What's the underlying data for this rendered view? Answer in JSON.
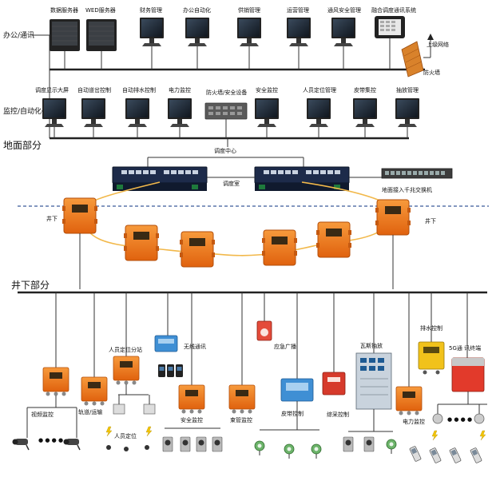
{
  "sections": {
    "ground": "地面部分",
    "underground": "井下部分"
  },
  "rows": {
    "office": "办公/通讯",
    "monitor": "监控/自动化",
    "dispatch_center": "调度中心",
    "dispatch_room": "调度室",
    "mine_left": "井下",
    "mine_right": "井下"
  },
  "office_nodes": [
    "数据服务器",
    "WED服务器",
    "财务管理",
    "办公自动化",
    "供销管理",
    "运营管理",
    "通风安全管理",
    "融合调度通讯系统"
  ],
  "firewall": "防火墙",
  "upper_network": "上级网络",
  "monitor_nodes": [
    "调度显示大屏",
    "自动道岔控制",
    "自动排水控制",
    "电力监控",
    "防火墙/安全设备",
    "安全监控",
    "人员定位管理",
    "皮带集控",
    "抽放管理"
  ],
  "ground_switch": "地面接入千兆交换机",
  "devices": {
    "video": "视频监控",
    "track": "轨道/运输",
    "personnel_sub": "人员定位分站",
    "personnel": "人员定位",
    "wireless": "无线通讯",
    "safety": "安全监控",
    "tube": "束管监控",
    "broadcast": "应急广播",
    "belt": "皮带控制",
    "mining": "综采控制",
    "gas": "瓦斯抽放",
    "power": "电力监控",
    "drain": "排水控制",
    "fiveg": "5G通 讯终端"
  },
  "colors": {
    "orange": "#f07a1e",
    "ring": "#f2b84a",
    "switch": "#1d2b4a",
    "screen": "#2a3440"
  }
}
